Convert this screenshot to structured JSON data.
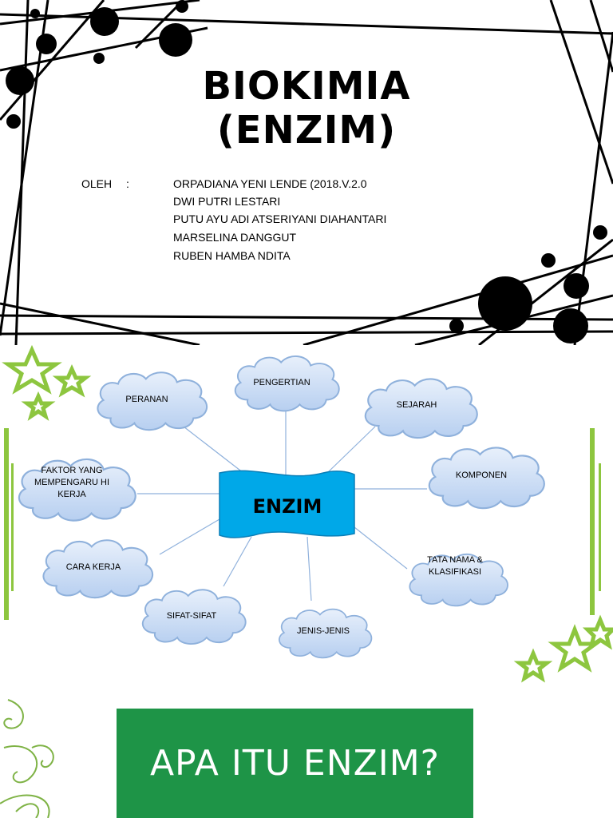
{
  "slide1": {
    "title_line1": "BIOKIMIA",
    "title_line2": "(ENZIM)",
    "oleh_label": "OLEH",
    "oleh_colon": ":",
    "authors": [
      "ORPADIANA YENI LENDE (2018.V.2.0",
      "DWI PUTRI LESTARI",
      "PUTU AYU ADI ATSERIYANI DIAHANTARI",
      "MARSELINA DANGGUT",
      "RUBEN HAMBA NDITA"
    ]
  },
  "slide2": {
    "center_label": "ENZIM",
    "clouds": {
      "peranan": "PERANAN",
      "pengertian": "PENGERTIAN",
      "sejarah": "SEJARAH",
      "faktor": "FAKTOR YANG MEMPENGARU HI KERJA",
      "komponen": "KOMPONEN",
      "cara_kerja": "CARA KERJA",
      "tata_nama": "TATA NAMA & KLASIFIKASI",
      "sifat": "SIFAT-SIFAT",
      "jenis": "JENIS-JENIS"
    },
    "colors": {
      "cloud_fill": "#c9dcf5",
      "cloud_stroke": "#8fb1dc",
      "center_fill": "#00a8e8",
      "accent_green": "#8dc63f"
    }
  },
  "slide3": {
    "banner_text": "APA ITU ENZIM?",
    "colors": {
      "banner": "#1e9447"
    }
  }
}
